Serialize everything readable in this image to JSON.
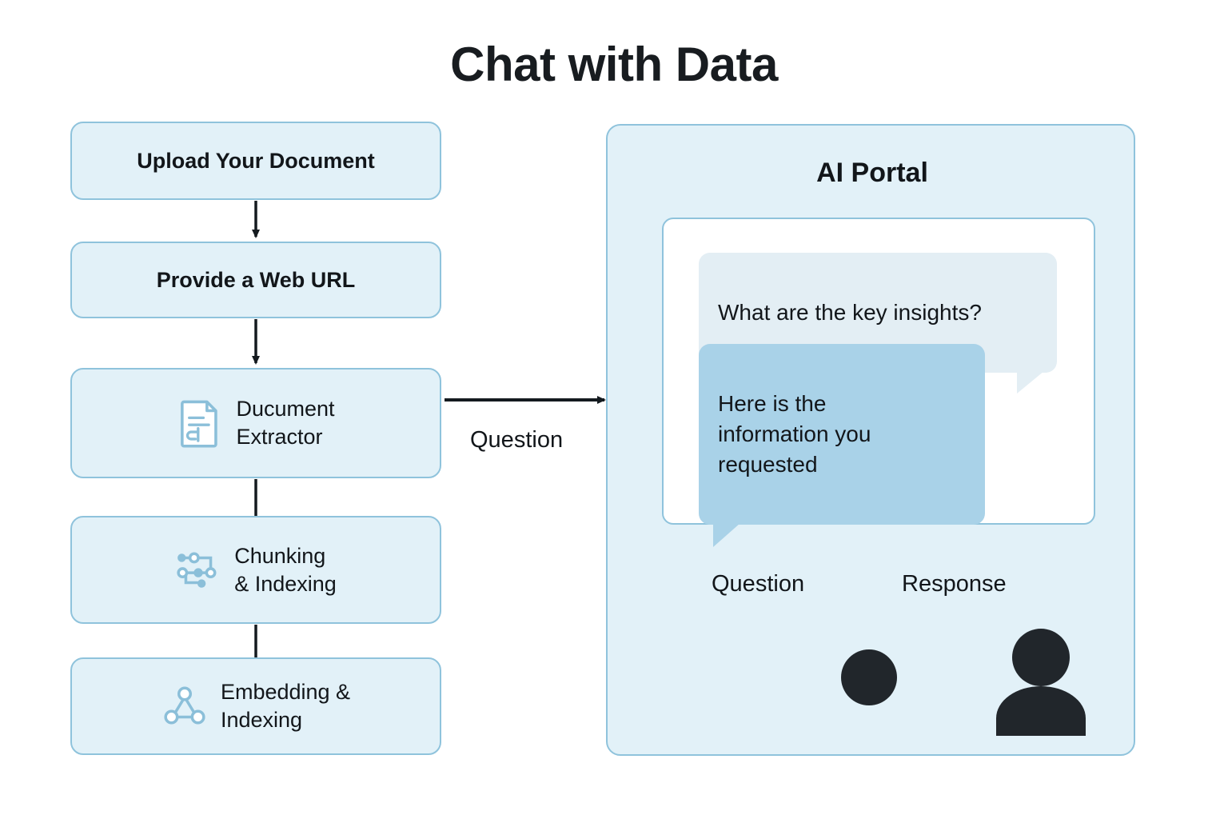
{
  "title": "Chat with Data",
  "pipeline": {
    "steps": [
      {
        "label": "Upload Your Document",
        "icon": null
      },
      {
        "label": "Provide a Web URL",
        "icon": null
      },
      {
        "label": "Ducument\nExtractor",
        "icon": "document-icon"
      },
      {
        "label": "Chunking\n& Indexing",
        "icon": "chunking-graph-icon"
      },
      {
        "label": "Embedding &\nIndexing",
        "icon": "embedding-triangle-icon"
      }
    ]
  },
  "connectors": {
    "question_mid": "Question",
    "question_in": "Question",
    "response": "Response"
  },
  "portal": {
    "title": "AI Portal",
    "chat": {
      "messages": [
        {
          "role": "user",
          "text": "What are the key insights?",
          "tail": "bottom-right"
        },
        {
          "role": "assistant",
          "text": "Here is the\ninformation you\nrequested",
          "tail": "bottom-left"
        }
      ]
    },
    "actors": [
      {
        "name": "bot-avatar",
        "icon": "circle-avatar-icon"
      },
      {
        "name": "user-avatar",
        "icon": "person-icon"
      }
    ]
  },
  "colors": {
    "box_fill": "#e2f1f8",
    "box_border": "#8fc3dc",
    "icon_blue": "#8bbfd9",
    "bubble_user": "#e3eef4",
    "bubble_assistant": "#a9d2e8",
    "text_dark": "#12161a",
    "avatar_dark": "#21262b",
    "background": "#ffffff"
  }
}
